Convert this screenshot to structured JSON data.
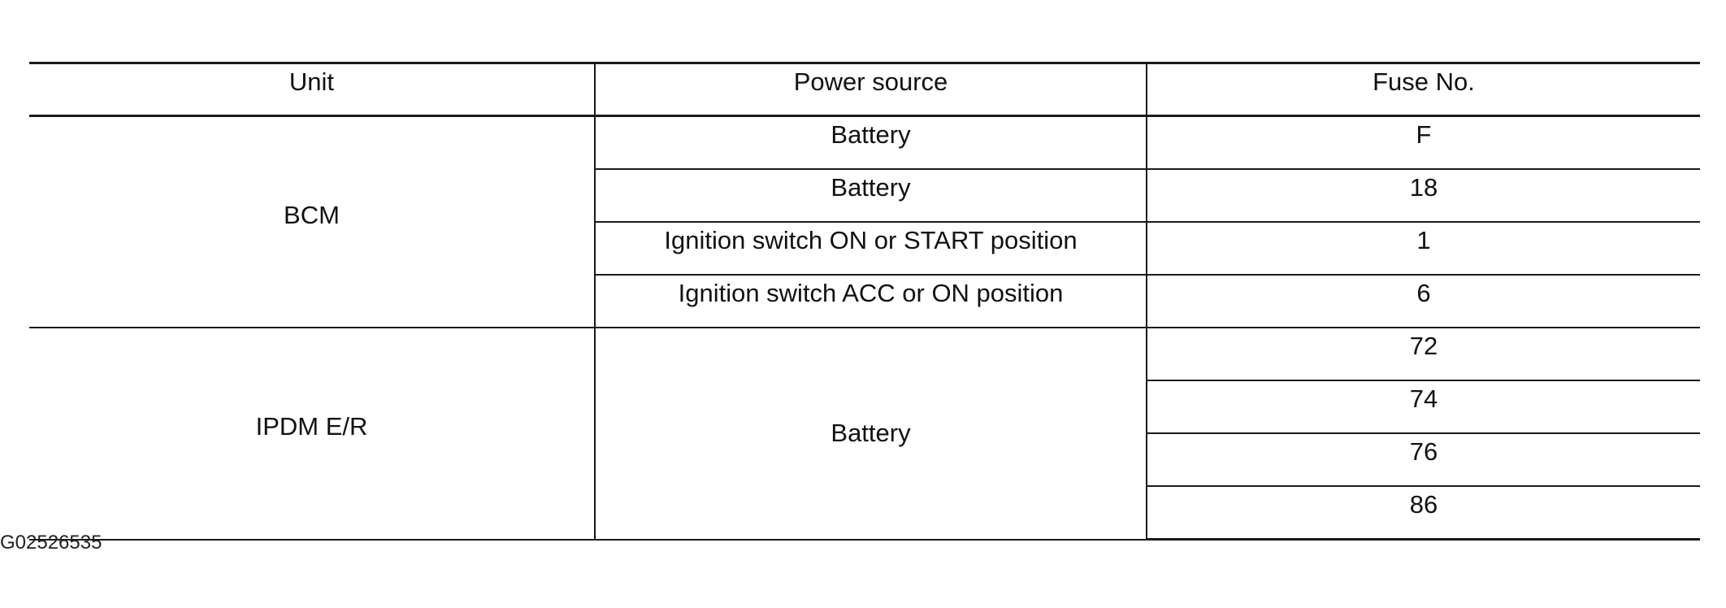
{
  "table": {
    "headers": {
      "unit": "Unit",
      "power_source": "Power source",
      "fuse_no": "Fuse No."
    },
    "groups": [
      {
        "unit": "BCM",
        "rows": [
          {
            "power_source": "Battery",
            "fuse_no": "F"
          },
          {
            "power_source": "Battery",
            "fuse_no": "18"
          },
          {
            "power_source": "Ignition switch ON or START position",
            "fuse_no": "1"
          },
          {
            "power_source": "Ignition switch ACC or ON position",
            "fuse_no": "6"
          }
        ]
      },
      {
        "unit": "IPDM E/R",
        "power_source": "Battery",
        "fuses": [
          "72",
          "74",
          "76",
          "86"
        ]
      }
    ]
  },
  "figure_id": "G02526535"
}
